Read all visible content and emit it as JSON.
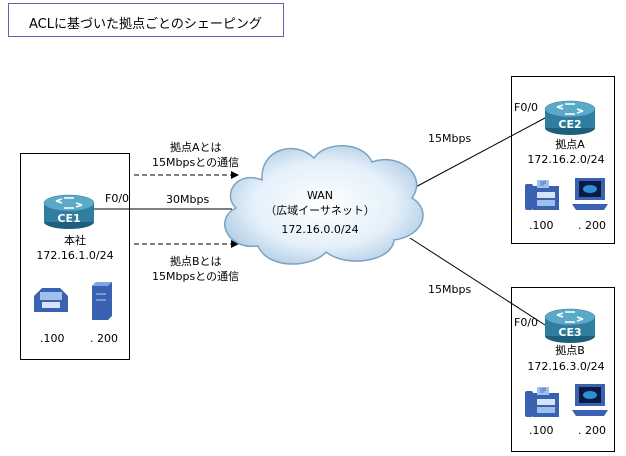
{
  "title": "ACLに基づいた拠点ごとのシェーピング",
  "hq": {
    "router": "CE1",
    "interface": "F0/0",
    "name": "本社",
    "subnet": "172.16.1.0/24",
    "host1": ".100",
    "host2": ". 200",
    "link_speed": "30Mbps"
  },
  "wan": {
    "line1": "WAN",
    "line2": "（広域イーサネット）",
    "subnet": "172.16.0.0/24"
  },
  "site_a": {
    "router": "CE2",
    "interface": "F0/0",
    "name": "拠点A",
    "subnet": "172.16.2.0/24",
    "host1": ".100",
    "host2": ". 200",
    "link_speed": "15Mbps",
    "phone_label": "IP"
  },
  "site_b": {
    "router": "CE3",
    "interface": "F0/0",
    "name": "拠点B",
    "subnet": "172.16.3.0/24",
    "host1": ".100",
    "host2": ". 200",
    "link_speed": "15Mbps",
    "phone_label": "IP"
  },
  "flow_a": {
    "line1": "拠点Aとは",
    "line2": "15Mbpsとの通信"
  },
  "flow_b": {
    "line1": "拠点Bとは",
    "line2": "15Mbpsとの通信"
  },
  "colors": {
    "router_body": "#2f7ea0",
    "router_top": "#5aa9c8",
    "device_blue": "#3a62b0",
    "title_border": "#7a5aa8"
  }
}
